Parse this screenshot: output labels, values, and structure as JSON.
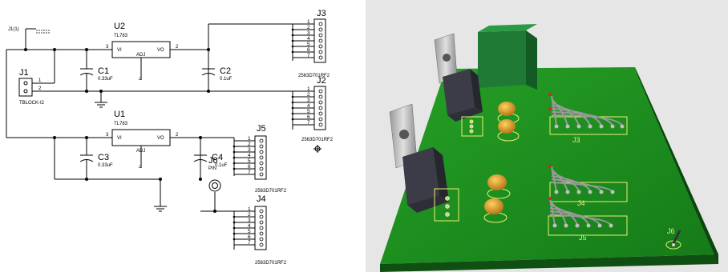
{
  "schematic": {
    "probe_label": "J1(1)",
    "j1": {
      "ref": "J1",
      "value": "TBLOCK-I2",
      "pins": [
        "1",
        "2"
      ]
    },
    "u2": {
      "ref": "U2",
      "part": "TL783",
      "in": "VI",
      "out": "VO",
      "adj": "ADJ",
      "pin_in": "3",
      "pin_out": "2"
    },
    "u1": {
      "ref": "U1",
      "part": "TL783",
      "in": "VI",
      "out": "VO",
      "adj": "ADJ",
      "pin_in": "3",
      "pin_out": "2"
    },
    "c1": {
      "ref": "C1",
      "value": "0.33uF"
    },
    "c2": {
      "ref": "C2",
      "value": "0.1uF"
    },
    "c3": {
      "ref": "C3",
      "value": "0.33uF"
    },
    "c4": {
      "ref": "C4",
      "value": "0.1uF"
    },
    "j6": {
      "ref": "J6",
      "value": "PIN"
    },
    "headers": [
      {
        "ref": "J3",
        "part": "2563D701RF2"
      },
      {
        "ref": "J2",
        "part": "2563D701RF2"
      },
      {
        "ref": "J5",
        "part": "2563D701RF2"
      },
      {
        "ref": "J4",
        "part": "2563D701RF2"
      }
    ],
    "header_pins": [
      "1",
      "2",
      "3",
      "4",
      "5",
      "6",
      "7"
    ]
  },
  "pcb3d": {
    "silkscreen": [
      "J3",
      "J4",
      "J5",
      "J6"
    ],
    "colors": {
      "board": "#1e8a1e",
      "board_edge": "#0f4f12",
      "background": "#e6e6e6",
      "silk": "#e8f070",
      "cap": "#e0a020",
      "terminal_block": "#1f7a36"
    }
  }
}
